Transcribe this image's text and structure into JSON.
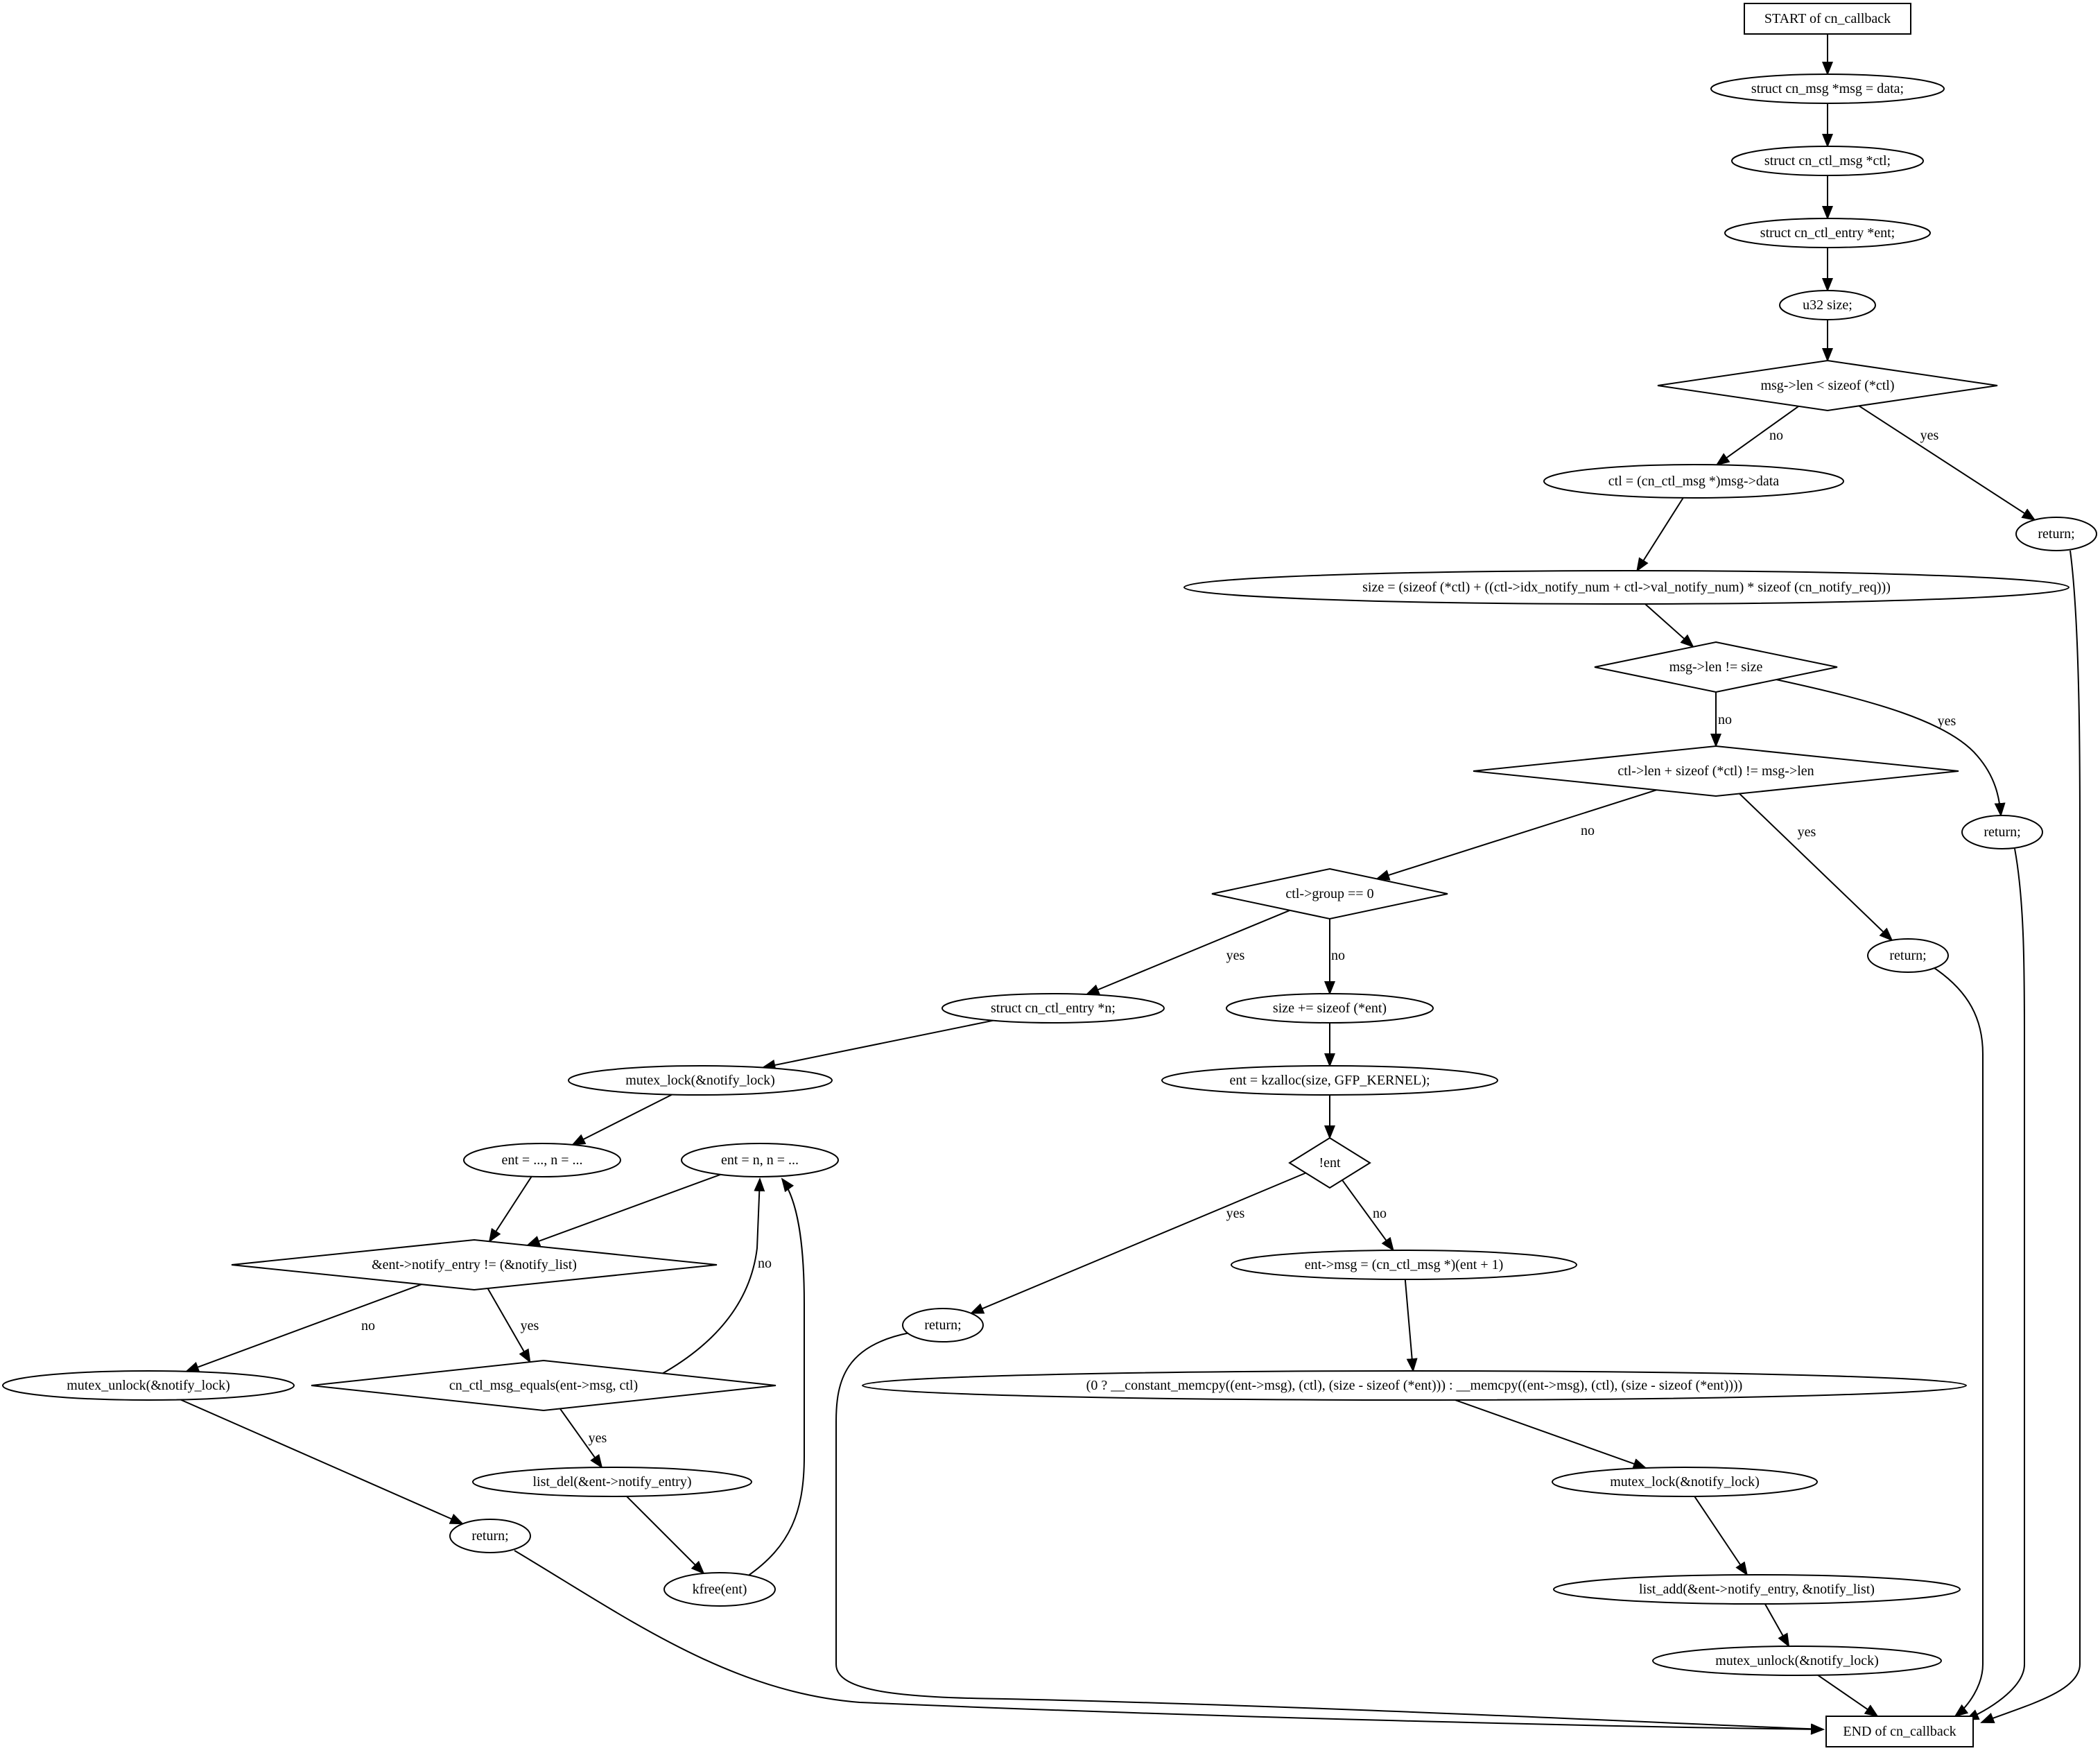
{
  "colors": {
    "lock_fill": "#add8e6",
    "unlock_fill": "#ffff00",
    "default_fill": "#ffffff",
    "stroke": "#000000"
  },
  "nodes": [
    {
      "id": "start",
      "shape": "box",
      "text": "START of cn_callback"
    },
    {
      "id": "n1",
      "shape": "ellipse",
      "text": "struct cn_msg *msg = data;"
    },
    {
      "id": "n2",
      "shape": "ellipse",
      "text": "struct cn_ctl_msg *ctl;"
    },
    {
      "id": "n3",
      "shape": "ellipse",
      "text": "struct cn_ctl_entry *ent;"
    },
    {
      "id": "n4",
      "shape": "ellipse",
      "text": "u32 size;"
    },
    {
      "id": "d1",
      "shape": "diamond",
      "text": "msg->len < sizeof (*ctl)"
    },
    {
      "id": "r1",
      "shape": "ellipse",
      "text": "return;"
    },
    {
      "id": "n5",
      "shape": "ellipse",
      "text": "ctl = (cn_ctl_msg *)msg->data"
    },
    {
      "id": "n6",
      "shape": "ellipse",
      "text": "size = (sizeof (*ctl) + ((ctl->idx_notify_num + ctl->val_notify_num) * sizeof (cn_notify_req)))"
    },
    {
      "id": "d2",
      "shape": "diamond",
      "text": "msg->len != size"
    },
    {
      "id": "r2",
      "shape": "ellipse",
      "text": "return;"
    },
    {
      "id": "d3",
      "shape": "diamond",
      "text": "ctl->len + sizeof (*ctl) != msg->len"
    },
    {
      "id": "r3",
      "shape": "ellipse",
      "text": "return;"
    },
    {
      "id": "d4",
      "shape": "diamond",
      "text": "ctl->group == 0"
    },
    {
      "id": "n7",
      "shape": "ellipse",
      "text": "struct cn_ctl_entry *n;"
    },
    {
      "id": "lock1",
      "shape": "ellipse",
      "fill": "lock",
      "text": "mutex_lock(&notify_lock)"
    },
    {
      "id": "n8",
      "shape": "ellipse",
      "text": "ent = ..., n = ..."
    },
    {
      "id": "n9",
      "shape": "ellipse",
      "text": "ent = n, n = ..."
    },
    {
      "id": "d5",
      "shape": "diamond",
      "text": "&ent->notify_entry != (&notify_list)"
    },
    {
      "id": "unlock1",
      "shape": "ellipse",
      "fill": "unlock",
      "text": "mutex_unlock(&notify_lock)"
    },
    {
      "id": "d6",
      "shape": "diamond",
      "text": "cn_ctl_msg_equals(ent->msg, ctl)"
    },
    {
      "id": "n10",
      "shape": "ellipse",
      "text": "list_del(&ent->notify_entry)"
    },
    {
      "id": "r4",
      "shape": "ellipse",
      "text": "return;"
    },
    {
      "id": "n11",
      "shape": "ellipse",
      "text": "kfree(ent)"
    },
    {
      "id": "n12",
      "shape": "ellipse",
      "text": "size += sizeof (*ent)"
    },
    {
      "id": "n13",
      "shape": "ellipse",
      "text": "ent = kzalloc(size, GFP_KERNEL);"
    },
    {
      "id": "d7",
      "shape": "diamond",
      "text": "!ent"
    },
    {
      "id": "n14",
      "shape": "ellipse",
      "text": "ent->msg = (cn_ctl_msg *)(ent + 1)"
    },
    {
      "id": "r5",
      "shape": "ellipse",
      "text": "return;"
    },
    {
      "id": "n15",
      "shape": "ellipse",
      "text": "(0 ?  __constant_memcpy((ent->msg), (ctl), (size - sizeof (*ent))) :  __memcpy((ent->msg), (ctl), (size - sizeof (*ent))))"
    },
    {
      "id": "lock2",
      "shape": "ellipse",
      "fill": "lock",
      "text": "mutex_lock(&notify_lock)"
    },
    {
      "id": "n16",
      "shape": "ellipse",
      "text": "list_add(&ent->notify_entry, &notify_list)"
    },
    {
      "id": "unlock2",
      "shape": "ellipse",
      "fill": "unlock",
      "text": "mutex_unlock(&notify_lock)"
    },
    {
      "id": "end",
      "shape": "box",
      "text": "END of cn_callback"
    }
  ],
  "edges": [
    {
      "from": "start",
      "to": "n1",
      "label": ""
    },
    {
      "from": "n1",
      "to": "n2",
      "label": ""
    },
    {
      "from": "n2",
      "to": "n3",
      "label": ""
    },
    {
      "from": "n3",
      "to": "n4",
      "label": ""
    },
    {
      "from": "n4",
      "to": "d1",
      "label": ""
    },
    {
      "from": "d1",
      "to": "n5",
      "label": "no"
    },
    {
      "from": "d1",
      "to": "r1",
      "label": "yes"
    },
    {
      "from": "r1",
      "to": "end",
      "label": ""
    },
    {
      "from": "n5",
      "to": "n6",
      "label": ""
    },
    {
      "from": "n6",
      "to": "d2",
      "label": ""
    },
    {
      "from": "d2",
      "to": "d3",
      "label": "no"
    },
    {
      "from": "d2",
      "to": "r2",
      "label": "yes"
    },
    {
      "from": "r2",
      "to": "end",
      "label": ""
    },
    {
      "from": "d3",
      "to": "d4",
      "label": "no"
    },
    {
      "from": "d3",
      "to": "r3",
      "label": "yes"
    },
    {
      "from": "r3",
      "to": "end",
      "label": ""
    },
    {
      "from": "d4",
      "to": "n7",
      "label": "yes"
    },
    {
      "from": "d4",
      "to": "n12",
      "label": "no"
    },
    {
      "from": "n7",
      "to": "lock1",
      "label": ""
    },
    {
      "from": "lock1",
      "to": "n8",
      "label": ""
    },
    {
      "from": "n8",
      "to": "d5",
      "label": ""
    },
    {
      "from": "n9",
      "to": "d5",
      "label": ""
    },
    {
      "from": "d5",
      "to": "unlock1",
      "label": "no"
    },
    {
      "from": "d5",
      "to": "d6",
      "label": "yes"
    },
    {
      "from": "d6",
      "to": "n9",
      "label": "no"
    },
    {
      "from": "d6",
      "to": "n10",
      "label": "yes"
    },
    {
      "from": "unlock1",
      "to": "r4",
      "label": ""
    },
    {
      "from": "n10",
      "to": "n11",
      "label": ""
    },
    {
      "from": "n11",
      "to": "n9",
      "label": ""
    },
    {
      "from": "r4",
      "to": "end",
      "label": ""
    },
    {
      "from": "n12",
      "to": "n13",
      "label": ""
    },
    {
      "from": "n13",
      "to": "d7",
      "label": ""
    },
    {
      "from": "d7",
      "to": "r5",
      "label": "yes"
    },
    {
      "from": "d7",
      "to": "n14",
      "label": "no"
    },
    {
      "from": "r5",
      "to": "end",
      "label": ""
    },
    {
      "from": "n14",
      "to": "n15",
      "label": ""
    },
    {
      "from": "n15",
      "to": "lock2",
      "label": ""
    },
    {
      "from": "lock2",
      "to": "n16",
      "label": ""
    },
    {
      "from": "n16",
      "to": "unlock2",
      "label": ""
    },
    {
      "from": "unlock2",
      "to": "end",
      "label": ""
    }
  ]
}
